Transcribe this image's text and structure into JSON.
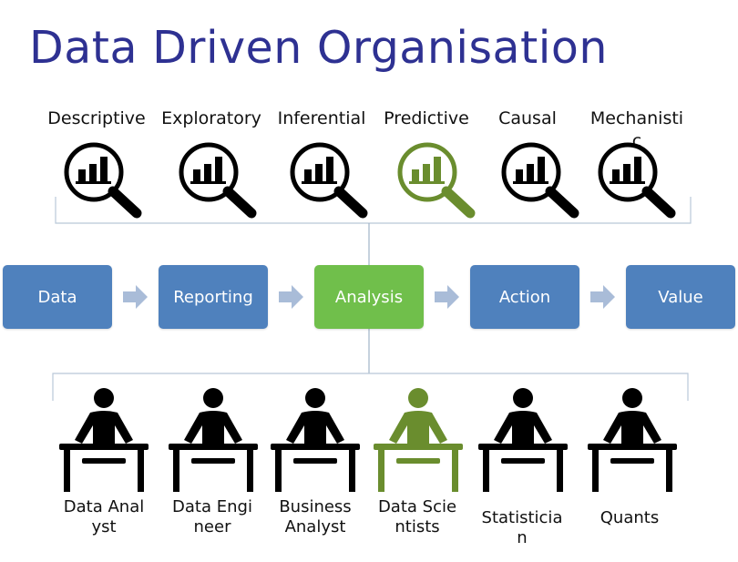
{
  "title": "Data Driven Organisation",
  "analysis_types": [
    {
      "label": "Descriptive",
      "highlight": false
    },
    {
      "label": "Exploratory",
      "highlight": false
    },
    {
      "label": "Inferential",
      "highlight": false
    },
    {
      "label": "Predictive",
      "highlight": true
    },
    {
      "label": "Causal",
      "highlight": false
    },
    {
      "label": "Mechanistic",
      "highlight": false
    }
  ],
  "stages": [
    {
      "label": "Data",
      "highlight": false
    },
    {
      "label": "Reporting",
      "highlight": false
    },
    {
      "label": "Analysis",
      "highlight": true
    },
    {
      "label": "Action",
      "highlight": false
    },
    {
      "label": "Value",
      "highlight": false
    }
  ],
  "roles": [
    {
      "label": "Data Analyst",
      "highlight": false
    },
    {
      "label": "Data Engineer",
      "highlight": false
    },
    {
      "label": "Business Analyst",
      "highlight": false
    },
    {
      "label": "Data Scientists",
      "highlight": true
    },
    {
      "label": "Statistician",
      "highlight": false
    },
    {
      "label": "Quants",
      "highlight": false
    }
  ],
  "colors": {
    "title": "#2e3192",
    "stage_blue": "#4f81bd",
    "stage_green": "#70bf4b",
    "highlight_icon": "#6a8d2e",
    "icon": "#000000",
    "arrow": "#a9bcd8",
    "bracket": "#b9c8d8"
  }
}
